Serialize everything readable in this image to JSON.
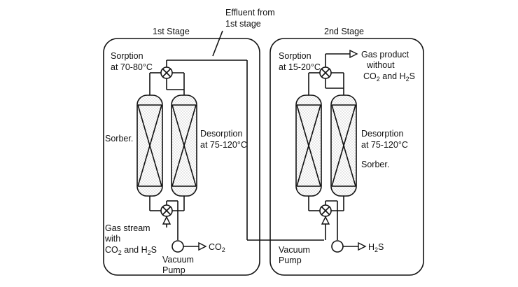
{
  "stage1": {
    "title": "1st Stage",
    "sorption_label": [
      "Sorption",
      "at 70-80°C"
    ],
    "sorber_label": "Sorber.",
    "desorption_label": [
      "Desorption",
      "at 75-120°C"
    ],
    "feed_label": [
      "Gas stream",
      "with",
      "CO",
      "2",
      " and H",
      "2",
      "S"
    ],
    "pump_label": [
      "Vacuum",
      "Pump"
    ],
    "pump_output": [
      "CO",
      "2"
    ]
  },
  "effluent_label": [
    "Effluent from",
    "1st stage"
  ],
  "stage2": {
    "title": "2nd Stage",
    "sorption_label": [
      "Sorption",
      "at 15-20°C"
    ],
    "product_label": [
      "Gas product",
      "without",
      "CO",
      "2",
      " and H",
      "2",
      "S"
    ],
    "desorption_label": [
      "Desorption",
      "at 75-120°C"
    ],
    "sorber_label": "Sorber.",
    "pump_label": [
      "Vacuum",
      "Pump"
    ],
    "pump_output": [
      "H",
      "2",
      "S"
    ]
  },
  "colors": {
    "line": "#111111",
    "background": "#ffffff",
    "packing": "#9a9a9a"
  }
}
